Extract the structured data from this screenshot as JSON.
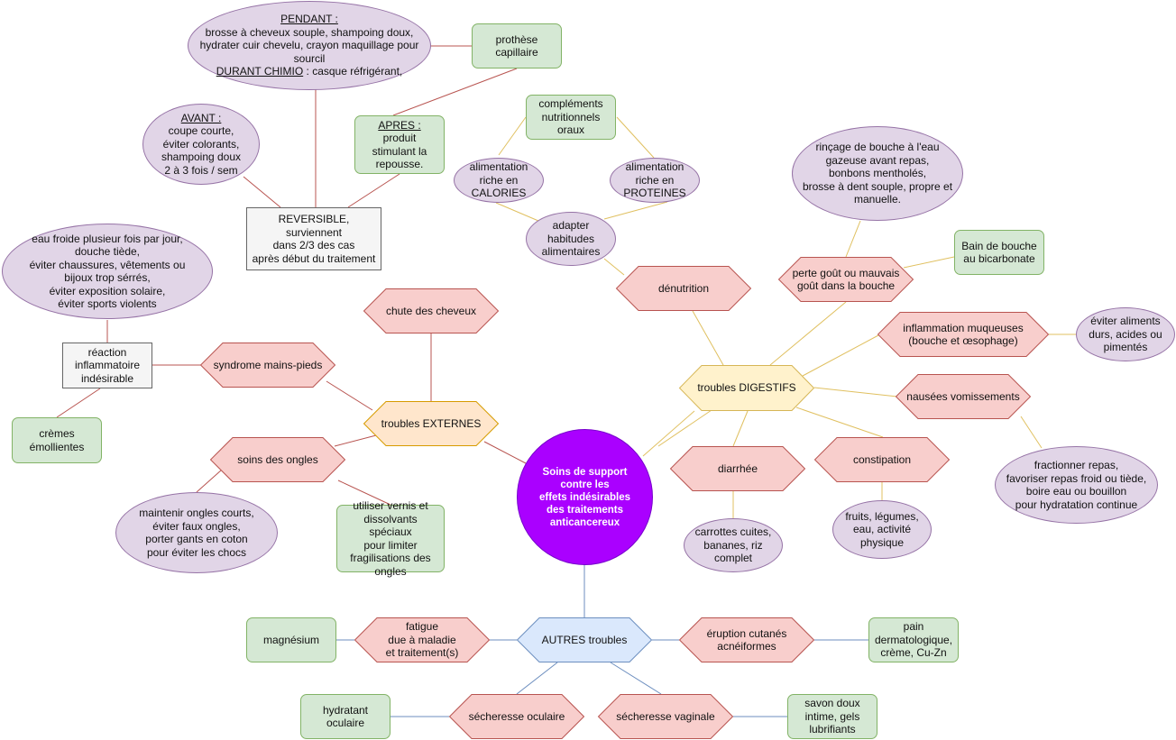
{
  "colors": {
    "center_fill": "#aa00ff",
    "ellipse_fill": "#e1d5e7",
    "ellipse_stroke": "#9673a6",
    "green_fill": "#d5e8d4",
    "green_stroke": "#82b366",
    "red_fill": "#f8cecc",
    "red_stroke": "#b85450",
    "orange_fill": "#ffe6cc",
    "orange_stroke": "#d79b00",
    "yellow_fill": "#fff2cc",
    "yellow_stroke": "#d6b656",
    "blue_fill": "#dae8fc",
    "blue_stroke": "#6c8ebf",
    "grey_fill": "#f5f5f5",
    "grey_stroke": "#666666",
    "edge_red": "#b85450",
    "edge_yellow": "#e0c060",
    "edge_blue": "#6c8ebf"
  },
  "center": {
    "label": "Soins de support\ncontre les\neffets indésirables\ndes traitements\nanticancereux"
  },
  "externes": {
    "label": "troubles EXTERNES",
    "chute": {
      "label": "chute des cheveux",
      "reversible": "REVERSIBLE, surviennent\ndans 2/3 des cas\naprès début du traitement",
      "avant_title": "AVANT :",
      "avant_text": "coupe courte,\néviter colorants,\nshampoing doux\n2 à 3 fois / sem",
      "pendant_title": "PENDANT :",
      "pendant_text": "brosse à cheveux souple, shampoing doux,\nhydrater cuir chevelu, crayon maquillage pour\nsourcil",
      "durant_title": "DURANT CHIMIO",
      "durant_text": " : casque réfrigérant,",
      "apres_title": "APRES :",
      "apres_text": "produit\nstimulant la\nrepousse.",
      "prothese": "prothèse\ncapillaire"
    },
    "mains_pieds": {
      "label": "syndrome mains-pieds",
      "reaction": "réaction\ninflammatoire\nindésirable",
      "conseils": "eau froide plusieur fois par jour,\ndouche tiède,\néviter chaussures, vêtements ou\nbijoux trop sérrés,\néviter exposition solaire,\néviter sports violents",
      "cremes": "crèmes\némollientes"
    },
    "ongles": {
      "label": "soins des ongles",
      "conseils": "maintenir ongles courts,\néviter faux ongles,\nporter gants en coton\npour éviter les chocs",
      "vernis": "utiliser vernis et\ndissolvants spéciaux\npour limiter\nfragilisations des\nongles"
    }
  },
  "digestifs": {
    "label": "troubles DIGESTIFS",
    "denutrition": {
      "label": "dénutrition",
      "adapter": "adapter\nhabitudes\nalimentaires",
      "calories": "alimentation\nriche en\nCALORIES",
      "proteines": "alimentation\nriche en\nPROTEINES",
      "complements": "compléments\nnutritionnels\noraux"
    },
    "gout": {
      "label": "perte goût ou mauvais\ngoût dans la bouche",
      "rincage": "rinçage de bouche à l'eau\ngazeuse avant repas,\nbonbons mentholés,\nbrosse à dent souple, propre et\nmanuelle.",
      "bain": "Bain de bouche\nau bicarbonate"
    },
    "muqueuses": {
      "label": "inflammation muqueuses\n(bouche et œsophage)",
      "eviter": "éviter aliments\ndurs, acides ou\npimentés"
    },
    "nausees": {
      "label": "nausées vomissements",
      "conseils": "fractionner repas,\nfavoriser repas froid ou tiède,\nboire eau ou bouillon\npour hydratation continue"
    },
    "diarrhee": {
      "label": "diarrhée",
      "conseils": "carrottes cuites,\nbananes, riz\ncomplet"
    },
    "constipation": {
      "label": "constipation",
      "conseils": "fruits, légumes,\neau, activité\nphysique"
    }
  },
  "autres": {
    "label": "AUTRES troubles",
    "fatigue": {
      "label": "fatigue\ndue à maladie\net traitement(s)",
      "remede": "magnésium"
    },
    "eruption": {
      "label": "éruption cutanés\nacnéiformes",
      "remede": "pain\ndermatologique,\ncrème, Cu-Zn"
    },
    "oculaire": {
      "label": "sécheresse oculaire",
      "remede": "hydratant oculaire"
    },
    "vaginale": {
      "label": "sécheresse vaginale",
      "remede": "savon doux\nintime, gels\nlubrifiants"
    }
  }
}
